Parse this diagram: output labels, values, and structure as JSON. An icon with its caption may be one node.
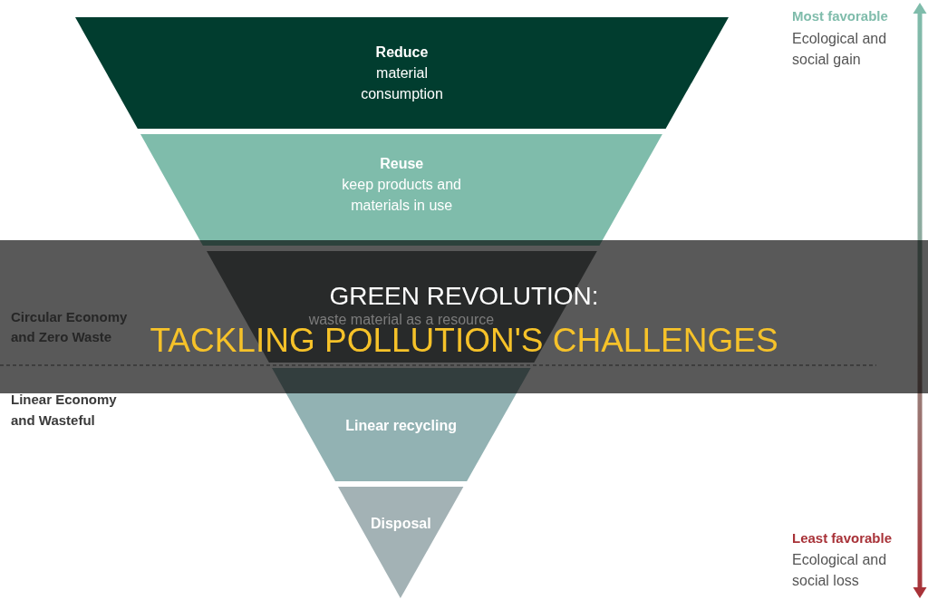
{
  "diagram": {
    "title": "GREEN REVOLUTION:",
    "caption": "TACKLING POLLUTION'S CHALLENGES",
    "nodes": [
      {
        "text": [
          "Reduce",
          "material consumption"
        ]
      },
      {
        "text": [
          "Reuse",
          "keep products and materials in use"
        ]
      },
      {
        "text": [
          "waste material as a resource"
        ]
      },
      {
        "text": [
          "Linear recycling"
        ]
      },
      {
        "text": [
          "Disposal"
        ]
      }
    ],
    "labels": [
      "Most favorable",
      "Ecological and social gain",
      "Circular Economy and Zero Waste",
      "Linear Economy and Wasteful",
      "Least favorable",
      "Ecological and social loss"
    ]
  }
}
